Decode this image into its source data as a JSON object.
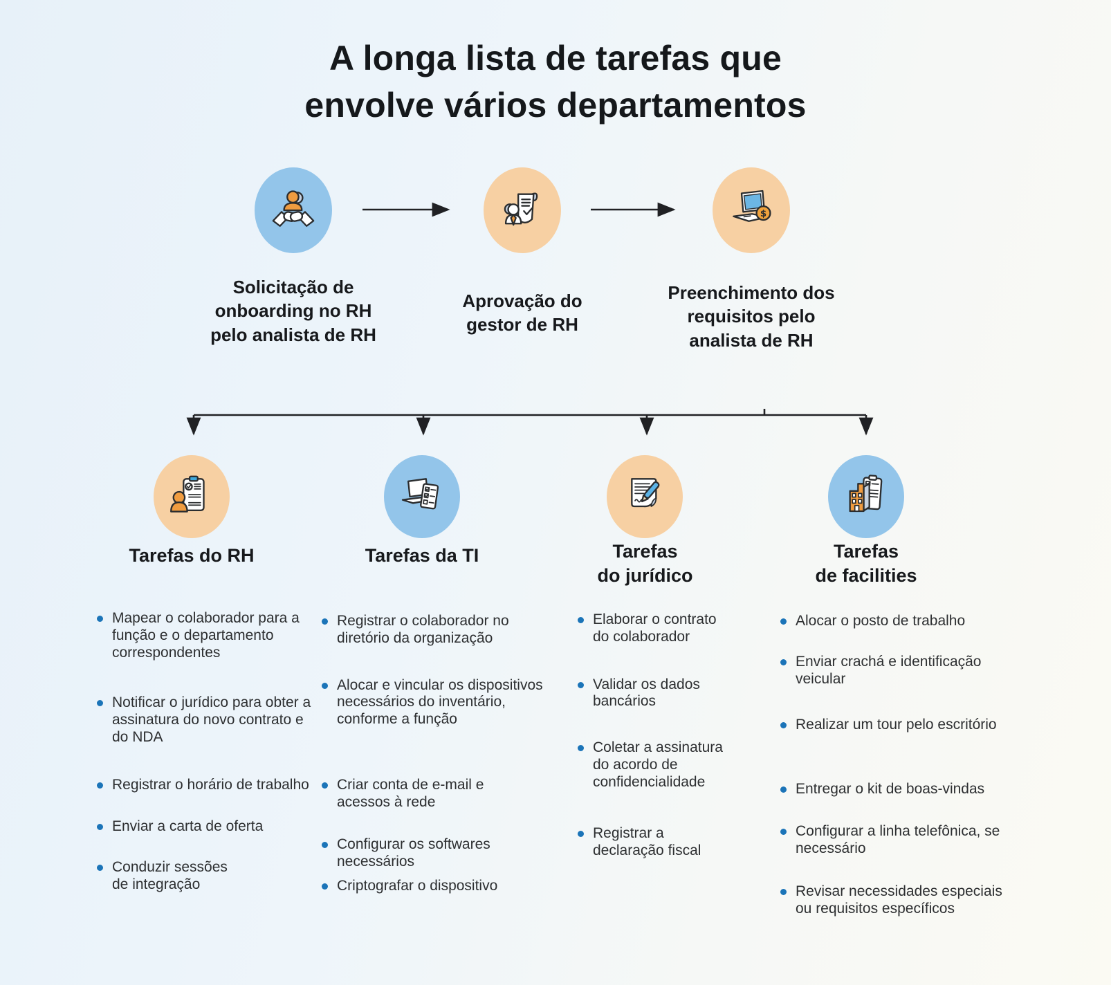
{
  "title": {
    "line1": "A longa lista de tarefas que",
    "line2": "envolve vários departamentos"
  },
  "flow": {
    "steps": [
      {
        "icon": "handshake-person-icon",
        "circle_color": "#93c5ea",
        "label_lines": [
          "Solicitação de",
          "onboarding no RH",
          "pelo analista de RH"
        ]
      },
      {
        "icon": "approval-document-icon",
        "circle_color": "#f7d0a3",
        "label_lines": [
          "Aprovação do",
          "gestor de RH"
        ]
      },
      {
        "icon": "laptop-money-icon",
        "circle_color": "#f7d0a3",
        "label_lines": [
          "Preenchimento dos",
          "requisitos pelo",
          "analista de RH"
        ]
      }
    ]
  },
  "columns": [
    {
      "icon": "clipboard-person-icon",
      "circle_color": "#f7d0a3",
      "header_lines": [
        "Tarefas do RH"
      ],
      "items": [
        "Mapear o colaborador para a função e o departamento correspondentes",
        "Notificar o jurídico para obter a assinatura do novo contrato e do NDA",
        "Registrar o horário de trabalho",
        "Enviar a carta de oferta",
        "Conduzir sessões de integração"
      ]
    },
    {
      "icon": "laptop-checklist-icon",
      "circle_color": "#93c5ea",
      "header_lines": [
        "Tarefas da TI"
      ],
      "items": [
        "Registrar o colaborador no diretório da organização",
        "Alocar e vincular os dispositivos necessários do inventário, conforme a função",
        "Criar conta de e-mail e acessos à rede",
        "Configurar os softwares necessários",
        "Criptografar o dispositivo"
      ]
    },
    {
      "icon": "contract-pen-icon",
      "circle_color": "#f7d0a3",
      "header_lines": [
        "Tarefas",
        "do jurídico"
      ],
      "items": [
        "Elaborar o contrato do colaborador",
        "Validar os dados bancários",
        "Coletar a assinatura do acordo de confidencialidade",
        "Registrar a declaração fiscal"
      ]
    },
    {
      "icon": "building-clipboard-icon",
      "circle_color": "#93c5ea",
      "header_lines": [
        "Tarefas",
        "de facilities"
      ],
      "items": [
        "Alocar o posto de trabalho",
        "Enviar crachá e identificação veicular",
        "Realizar um tour pelo escritório",
        "Entregar o kit de boas-vindas",
        "Configurar a linha telefônica, se necessário",
        "Revisar necessidades especiais ou requisitos específicos"
      ]
    }
  ],
  "colors": {
    "circle_blue": "#93c5ea",
    "circle_peach": "#f7d0a3",
    "accent_orange": "#f09c40",
    "screen_blue": "#6cb6e4",
    "bullet_blue": "#1b74b8",
    "connector": "#202124",
    "title_text": "#15181b",
    "body_text": "#2d2f31"
  }
}
